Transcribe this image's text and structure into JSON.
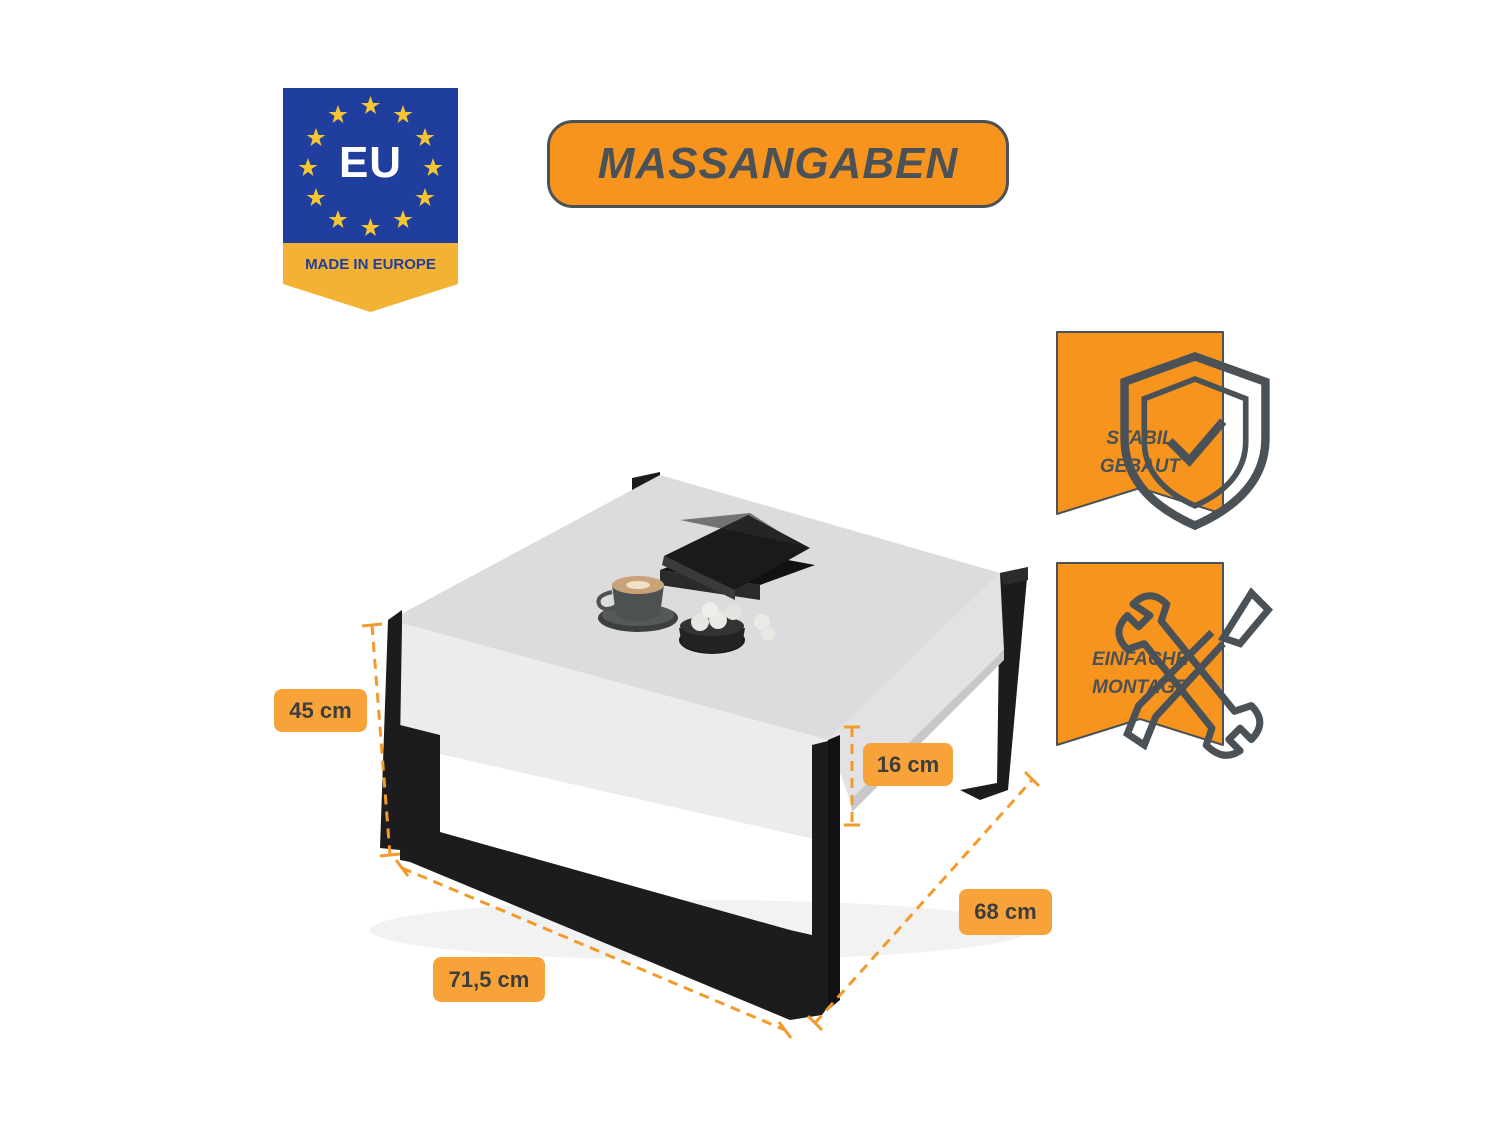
{
  "badge": {
    "eu_label": "EU",
    "made_in_label": "MADE IN EUROPE",
    "colors": {
      "blue": "#1f3e9e",
      "star": "#f5c631",
      "ribbon": "#f3b233"
    }
  },
  "title": "MASSANGABEN",
  "features": [
    {
      "icon": "shield-check-icon",
      "line1": "STABIL",
      "line2": "GEBAUT"
    },
    {
      "icon": "tools-icon",
      "line1": "EINFACHE",
      "line2": "MONTAGE"
    }
  ],
  "dimensions": {
    "height": "45 cm",
    "shelf_height": "16 cm",
    "depth": "68 cm",
    "width": "71,5 cm"
  },
  "colors": {
    "accent": "#f7941d",
    "label_bg": "#f7a33a",
    "dark_text": "#4a5157",
    "table_black": "#1c1c1e"
  }
}
